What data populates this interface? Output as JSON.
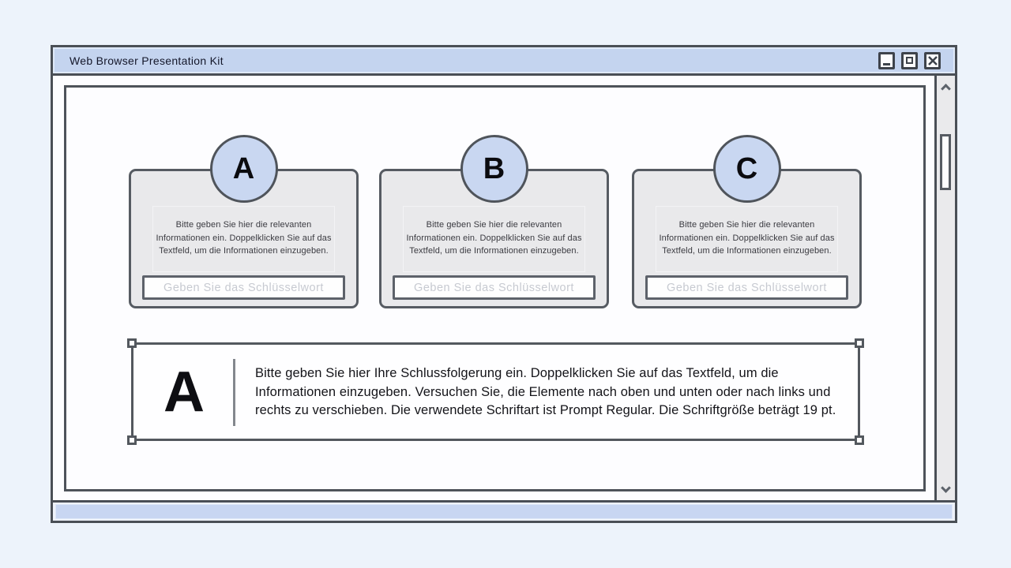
{
  "window": {
    "title": "Web Browser Presentation Kit"
  },
  "icons": {
    "minimize": "_",
    "maximize": "▣",
    "close": "✕",
    "scroll_up": "⌃",
    "scroll_down": "⌄"
  },
  "colors": {
    "page_background": "#edf3fb",
    "titlebar_blue": "#c4d4ef",
    "statusbar_blue": "#c8d6f2",
    "circle_blue": "#c9d7f1",
    "window_border": "#4a4f56",
    "card_background": "#e9e9eb",
    "placeholder_gray": "#c7cad1"
  },
  "cards": [
    {
      "letter": "A",
      "body": "Bitte geben Sie hier die relevanten Informationen ein. Doppelklicken Sie auf das Textfeld, um die Informationen einzugeben.",
      "input_placeholder": "Geben Sie das Schlüsselwort",
      "input_value": ""
    },
    {
      "letter": "B",
      "body": "Bitte geben Sie hier die relevanten Informationen ein. Doppelklicken Sie auf das Textfeld, um die Informationen einzugeben.",
      "input_placeholder": "Geben Sie das Schlüsselwort",
      "input_value": ""
    },
    {
      "letter": "C",
      "body": "Bitte geben Sie hier die relevanten Informationen ein. Doppelklicken Sie auf das Textfeld, um die Informationen einzugeben.",
      "input_placeholder": "Geben Sie das Schlüsselwort",
      "input_value": ""
    }
  ],
  "conclusion": {
    "letter": "A",
    "text": "Bitte geben Sie hier Ihre Schlussfolgerung ein. Doppelklicken Sie auf das Textfeld, um die Informationen einzugeben. Versuchen Sie, die Elemente nach oben und unten oder nach links und rechts zu verschieben. Die verwendete Schriftart ist Prompt Regular. Die Schriftgröße beträgt 19 pt."
  }
}
